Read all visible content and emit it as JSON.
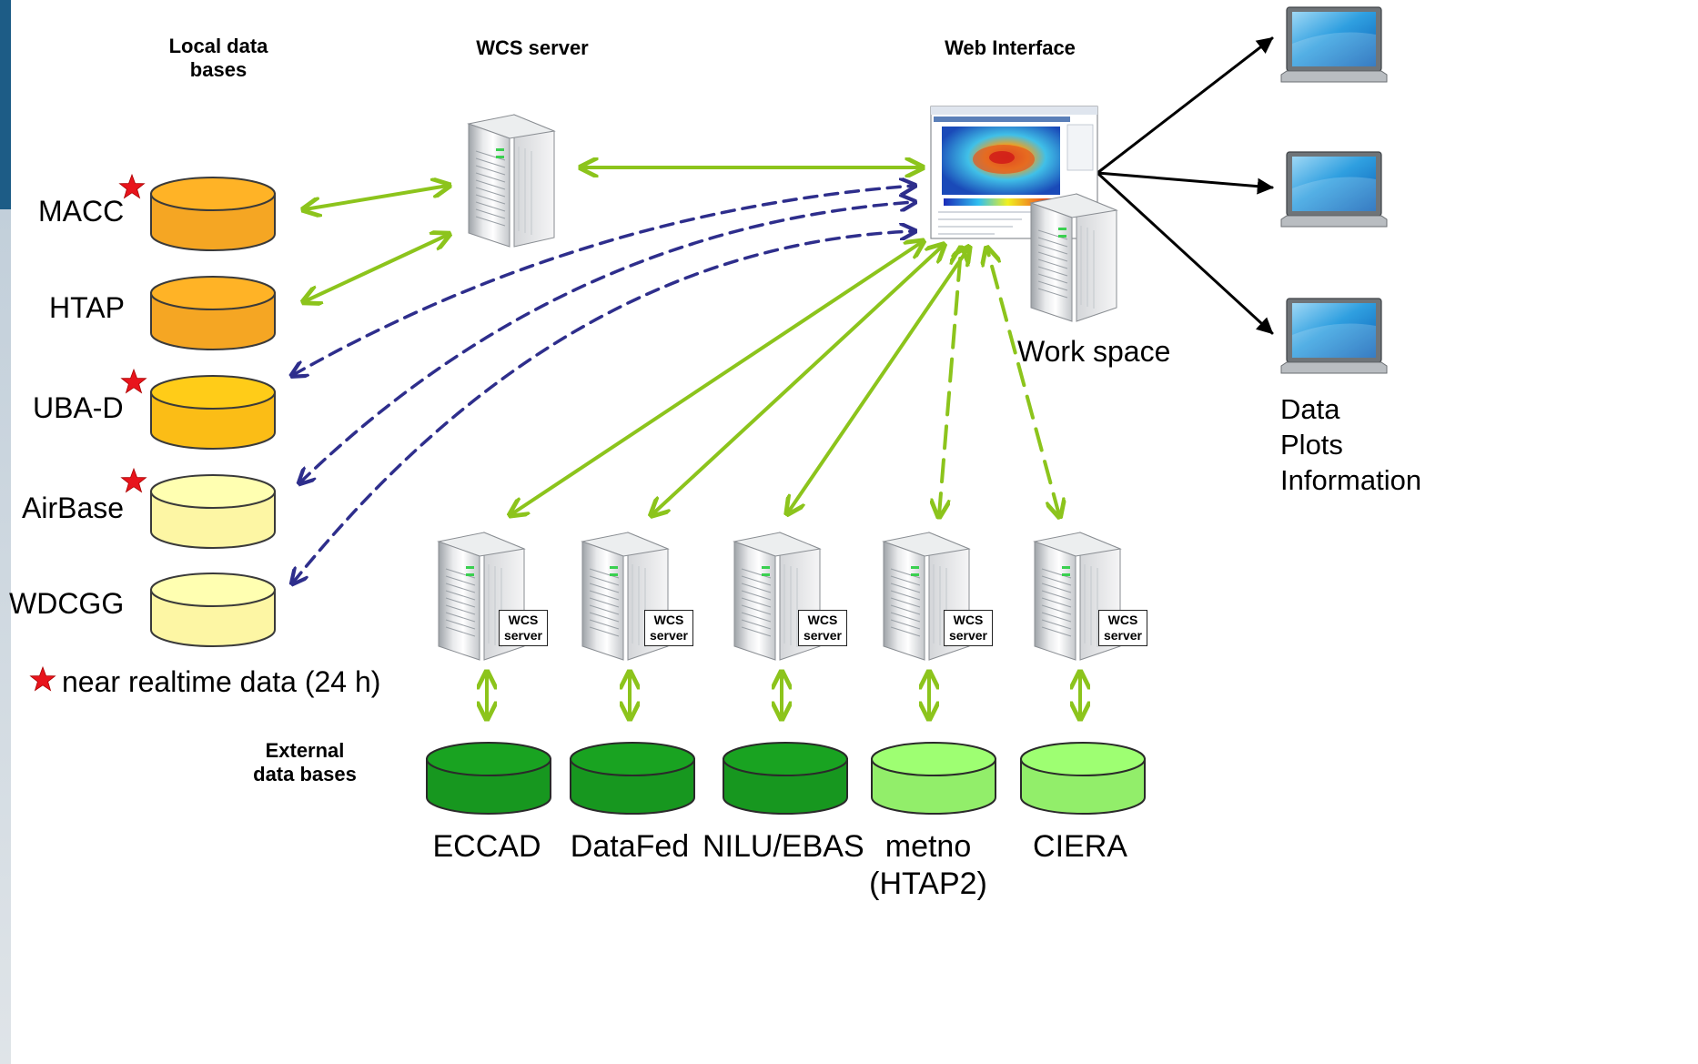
{
  "headers": {
    "local_db": "Local data\nbases",
    "wcs_server": "WCS server",
    "web_interface": "Web Interface",
    "external_db": "External\ndata bases"
  },
  "local_dbs": [
    {
      "name": "MACC",
      "near_realtime": true,
      "color": "#f5a623"
    },
    {
      "name": "HTAP",
      "near_realtime": false,
      "color": "#f5a623"
    },
    {
      "name": "UBA-D",
      "near_realtime": true,
      "color": "#fbbd16"
    },
    {
      "name": "AirBase",
      "near_realtime": true,
      "color": "#fdf6a4"
    },
    {
      "name": "WDCGG",
      "near_realtime": false,
      "color": "#fdf6a4"
    }
  ],
  "legend": {
    "star_text": "near realtime data (24 h)",
    "star_color": "#e8141c"
  },
  "external_servers": [
    {
      "tag": "WCS\nserver",
      "db_name": "ECCAD",
      "db_color": "#17971f"
    },
    {
      "tag": "WCS\nserver",
      "db_name": "DataFed",
      "db_color": "#17971f"
    },
    {
      "tag": "WCS\nserver",
      "db_name": "NILU/EBAS",
      "db_color": "#17971f"
    },
    {
      "tag": "WCS\nserver",
      "db_name": "metno\n(HTAP2)",
      "db_color": "#92ee6a"
    },
    {
      "tag": "WCS\nserver",
      "db_name": "CIERA",
      "db_color": "#92ee6a"
    }
  ],
  "work_space": "Work space",
  "outputs": "Data\nPlots\nInformation",
  "colors": {
    "green_arrow": "#8cc41c",
    "blue_dashed_arrow": "#2e2e8c",
    "black_arrow": "#000000"
  }
}
